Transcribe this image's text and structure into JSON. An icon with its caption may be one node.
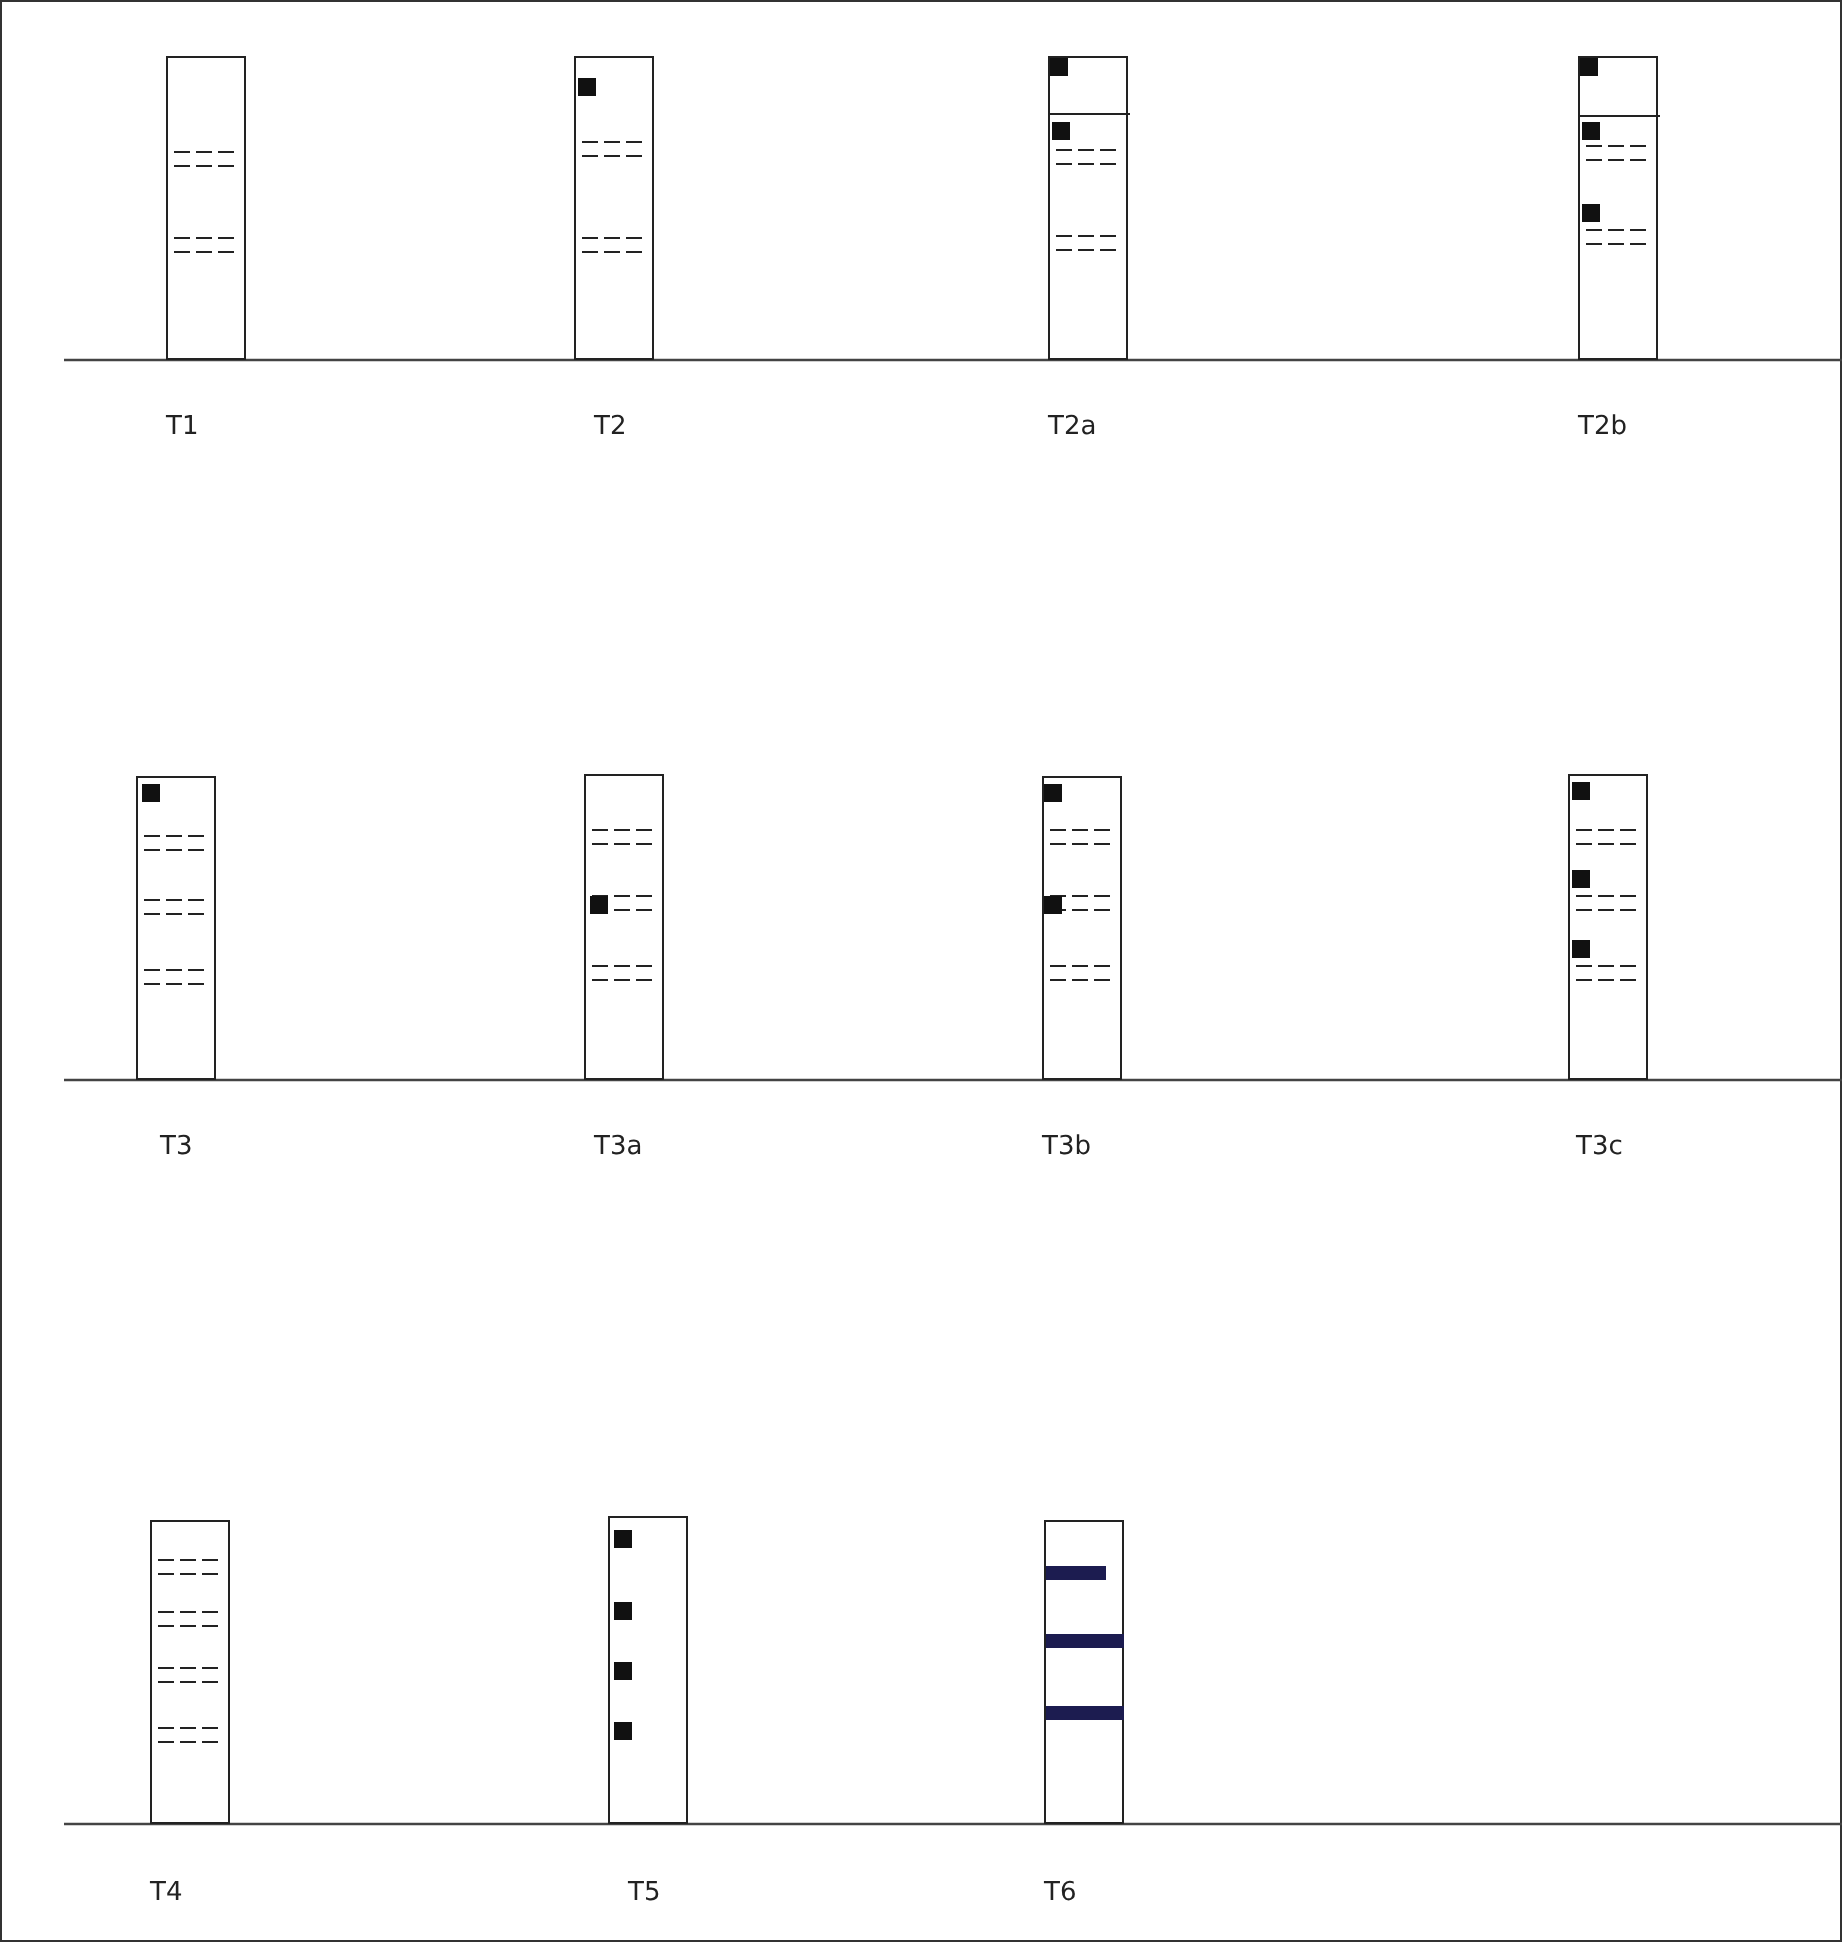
{
  "diagram": {
    "nodes": [
      {
        "text": [
          "T1"
        ]
      },
      {
        "text": [
          "T2"
        ]
      },
      {
        "text": [
          "T2a"
        ]
      },
      {
        "text": [
          "T2b"
        ]
      },
      {
        "text": [
          "T3"
        ]
      },
      {
        "text": [
          "T3a"
        ]
      },
      {
        "text": [
          "T3b"
        ]
      },
      {
        "text": [
          "T3c"
        ]
      },
      {
        "text": [
          "T4"
        ]
      },
      {
        "text": [
          "T5"
        ]
      },
      {
        "text": [
          "T6"
        ]
      }
    ]
  }
}
